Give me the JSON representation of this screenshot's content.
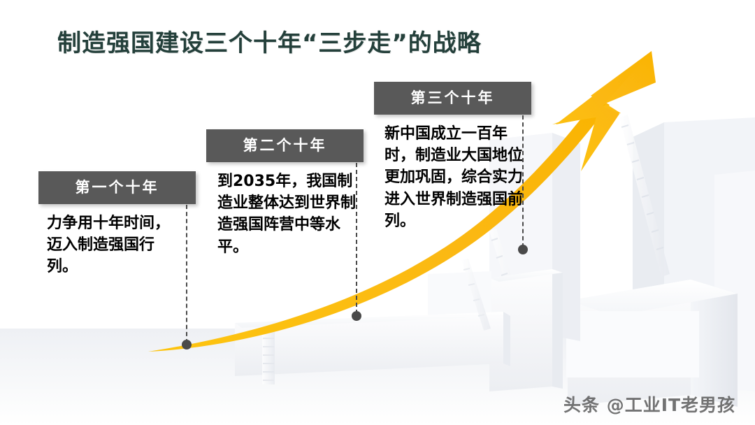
{
  "slide": {
    "title": "制造强国建设三个十年“三步走”的战略",
    "title_color": "#24403B",
    "background_color": "#FFFFFF",
    "accent_color": "#FBB813",
    "header_box_color": "#595959",
    "connector_color": "#4A4A4A"
  },
  "steps": [
    {
      "header": "第一个十年",
      "body": "力争用十年时间，迈入制造强国行列。"
    },
    {
      "header": "第二个十年",
      "body": "到2035年，我国制造业整体达到世界制造强国阵营中等水平。"
    },
    {
      "header": "第三个十年",
      "body": "新中国成立一百年时，制造业大国地位更加巩固，综合实力进入世界制造强国前列。"
    }
  ],
  "watermark": {
    "text": "头条 @工业IT老男孩"
  }
}
